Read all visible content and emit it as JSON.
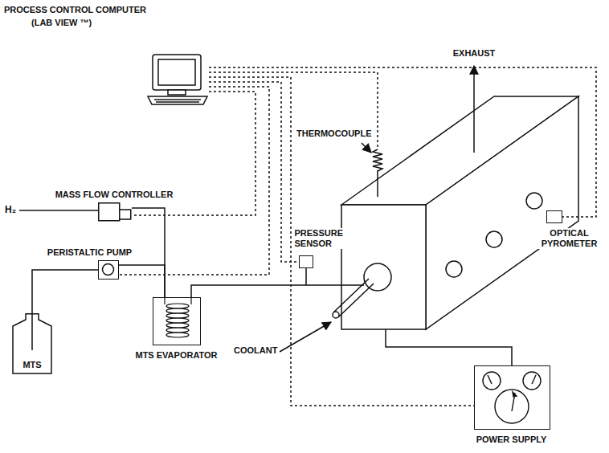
{
  "diagram": {
    "nodes": [
      {
        "text": [
          "PROCESS CONTROL COMPUTER",
          "(LAB VIEW ™)"
        ]
      },
      {
        "text": [
          "MASS FLOW CONTROLLER"
        ]
      },
      {
        "text": [
          "PRESSURE SENSOR"
        ]
      },
      {
        "text": [
          "PERISTALTIC PUMP"
        ]
      },
      {
        "text": [
          "OPTICAL PYROMETER"
        ]
      },
      {
        "text": [
          "MTS"
        ]
      },
      {
        "text": [
          "MTS EVAPORATOR"
        ]
      },
      {
        "text": [
          "POWER SUPPLY"
        ]
      }
    ],
    "edges": [
      {
        "from": 0,
        "to": 1,
        "arrow": "none"
      },
      {
        "from": 0,
        "to": 3,
        "arrow": "none"
      },
      {
        "from": 0,
        "to": 2,
        "arrow": "none"
      },
      {
        "from": 0,
        "to": 4,
        "arrow": "none"
      },
      {
        "from": 0,
        "to": 7,
        "arrow": "none"
      },
      {
        "from": 5,
        "to": 3,
        "arrow": "none"
      },
      {
        "from": 3,
        "to": 6,
        "arrow": "none"
      },
      {
        "from": 1,
        "to": 6,
        "arrow": "none"
      }
    ],
    "labels": [
      "EXHAUST",
      "THERMOCOUPLE",
      "H₂",
      "COOLANT"
    ]
  }
}
